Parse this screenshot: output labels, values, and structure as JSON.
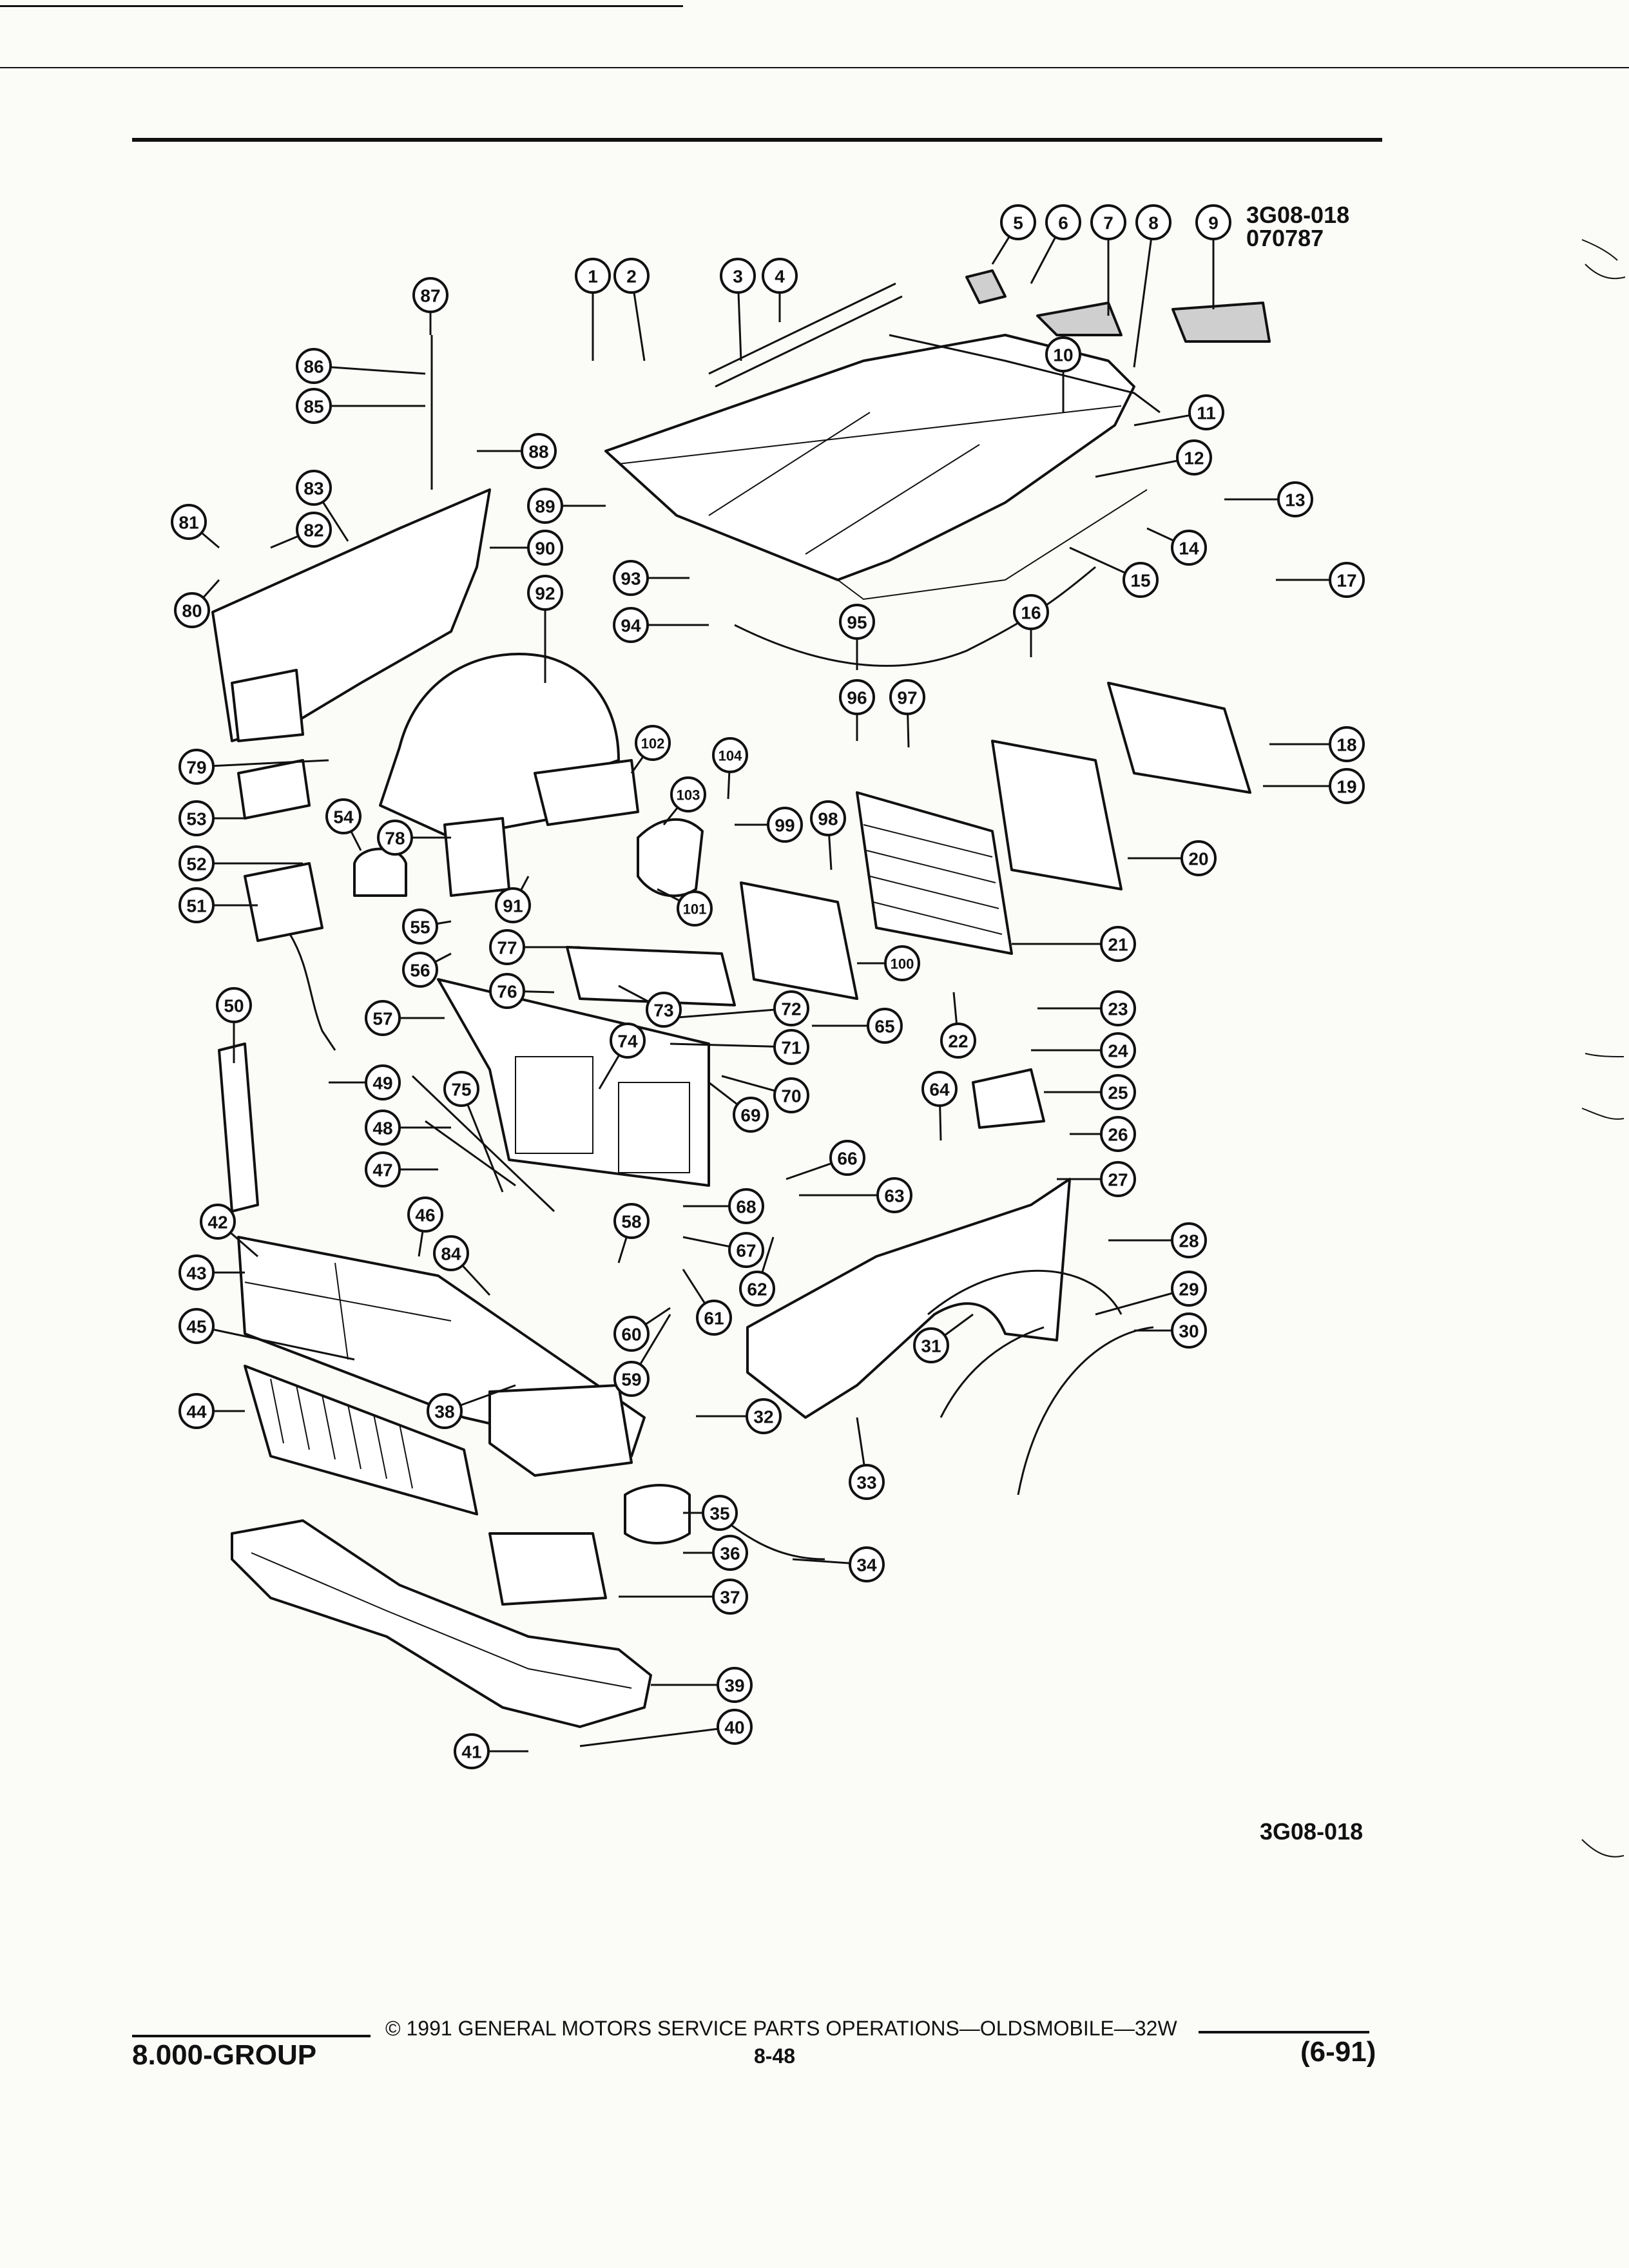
{
  "header": {
    "ref_code": "3G08-018",
    "ref_date": "070787"
  },
  "diagram": {
    "bottom_ref": "3G08-018",
    "callouts": [
      "1",
      "2",
      "3",
      "4",
      "5",
      "6",
      "7",
      "8",
      "9",
      "10",
      "11",
      "12",
      "13",
      "14",
      "15",
      "16",
      "17",
      "18",
      "19",
      "20",
      "21",
      "22",
      "23",
      "24",
      "25",
      "26",
      "27",
      "28",
      "29",
      "30",
      "31",
      "32",
      "33",
      "34",
      "35",
      "36",
      "37",
      "38",
      "39",
      "40",
      "41",
      "42",
      "43",
      "44",
      "45",
      "46",
      "47",
      "48",
      "49",
      "50",
      "51",
      "52",
      "53",
      "54",
      "55",
      "56",
      "57",
      "58",
      "59",
      "60",
      "61",
      "62",
      "63",
      "64",
      "65",
      "66",
      "67",
      "68",
      "69",
      "70",
      "71",
      "72",
      "73",
      "74",
      "75",
      "76",
      "77",
      "78",
      "79",
      "80",
      "81",
      "82",
      "83",
      "84",
      "85",
      "86",
      "87",
      "88",
      "89",
      "90",
      "91",
      "92",
      "93",
      "94",
      "95",
      "96",
      "97",
      "98",
      "99",
      "100",
      "101",
      "102",
      "103",
      "104"
    ]
  },
  "footer": {
    "copyright": "©  1991  GENERAL MOTORS SERVICE PARTS OPERATIONS—OLDSMOBILE—32W",
    "page_number": "8-48",
    "group": "8.000-GROUP",
    "revision": "(6-91)"
  }
}
